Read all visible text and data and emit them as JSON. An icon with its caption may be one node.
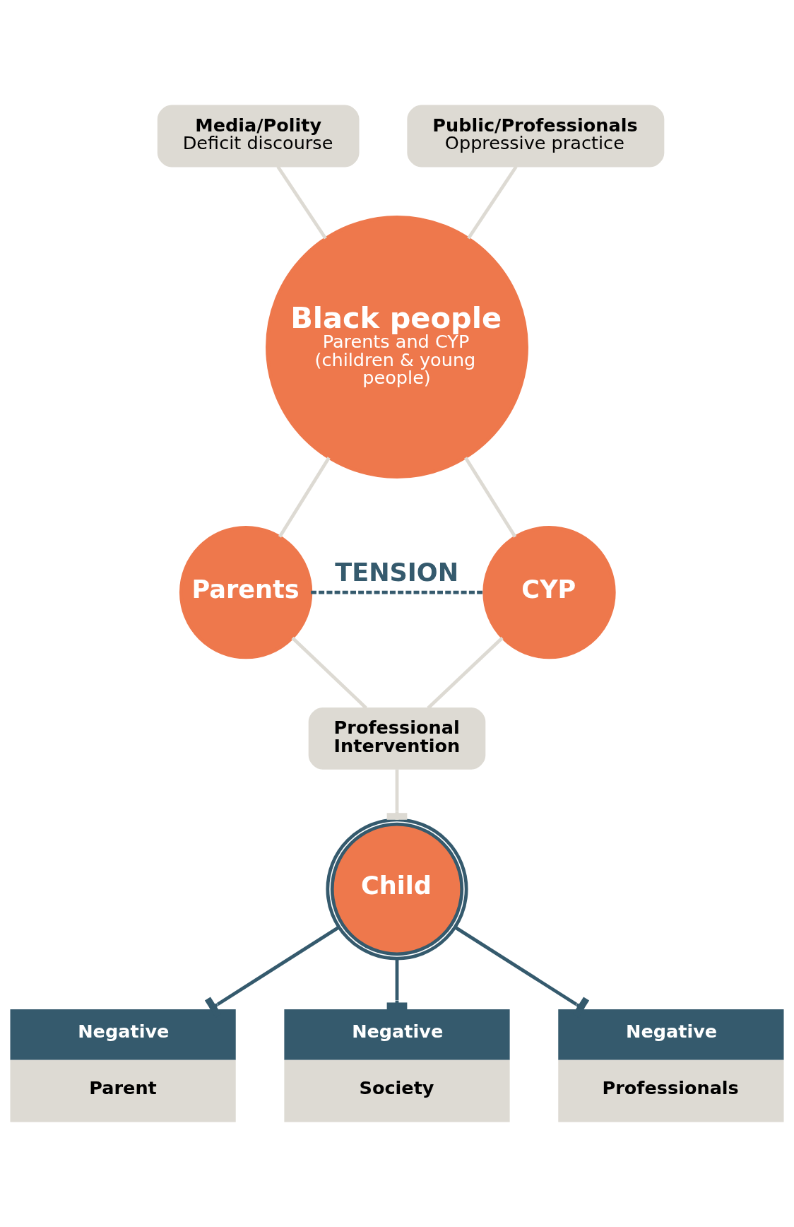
{
  "diagram": {
    "nodes": [
      {
        "text": [
          "Media/Polity",
          "Deficit discourse"
        ]
      },
      {
        "text": [
          "Public/Professionals",
          "Oppressive practice"
        ]
      },
      {
        "text": [
          "Black people",
          "Parents and CYP (children & young people)"
        ]
      },
      {
        "text": [
          "Parents"
        ]
      },
      {
        "text": [
          "CYP"
        ]
      },
      {
        "text": [
          "Professional Intervention"
        ]
      },
      {
        "text": [
          "Child"
        ]
      },
      {
        "text": [
          "Negative",
          "Parent"
        ]
      },
      {
        "text": [
          "Negative",
          "Society"
        ]
      },
      {
        "text": [
          "Negative",
          "Professionals"
        ]
      }
    ],
    "edges": [
      {
        "from": 0,
        "to": 2,
        "arrow": "none"
      },
      {
        "from": 1,
        "to": 2,
        "arrow": "none"
      },
      {
        "from": 2,
        "to": 3,
        "arrow": "none"
      },
      {
        "from": 2,
        "to": 4,
        "arrow": "none"
      },
      {
        "from": 3,
        "to": 4,
        "arrow": "none",
        "label": "TENSION",
        "style": "dashed",
        "color": "#355a6d"
      },
      {
        "from": 3,
        "to": 5,
        "arrow": "none"
      },
      {
        "from": 4,
        "to": 5,
        "arrow": "none"
      },
      {
        "from": 5,
        "to": 6,
        "arrow": "other"
      },
      {
        "from": 6,
        "to": 7,
        "arrow": "other",
        "color": "#355a6d"
      },
      {
        "from": 6,
        "to": 8,
        "arrow": "other",
        "color": "#355a6d"
      },
      {
        "from": 6,
        "to": 9,
        "arrow": "other",
        "color": "#355a6d"
      }
    ]
  }
}
